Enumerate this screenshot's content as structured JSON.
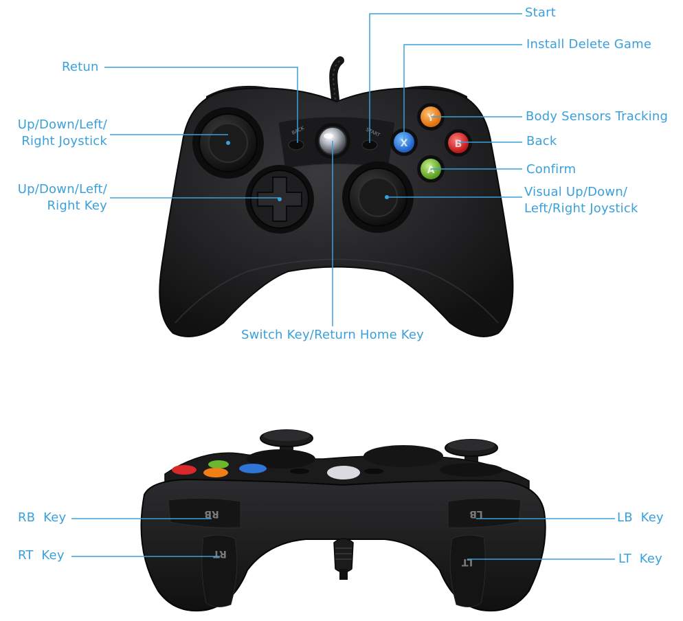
{
  "front_view": {
    "labels": {
      "start": "Start",
      "install_delete_game": "Install Delete Game",
      "retun": "Retun",
      "body_sensors_tracking": "Body Sensors Tracking",
      "back": "Back",
      "confirm": "Confirm",
      "left_joystick_line1": "Up/Down/Left/",
      "left_joystick_line2": "Right Joystick",
      "dpad_line1": "Up/Down/Left/",
      "dpad_line2": "Right Key",
      "visual_joystick_line1": "Visual Up/Down/",
      "visual_joystick_line2": "Left/Right Joystick",
      "switch_home": "Switch Key/Return Home Key"
    },
    "button_text": {
      "back": "BACK",
      "start": "START",
      "y": "Y",
      "x": "X",
      "b": "B",
      "a": "A"
    },
    "button_colors": {
      "y": "#f08a1c",
      "x": "#2f7fe0",
      "b": "#e02c2c",
      "a": "#7cc23a"
    }
  },
  "top_view": {
    "labels": {
      "rb_key": "RB  Key",
      "rt_key": "RT  Key",
      "lb_key": "LB  Key",
      "lt_key": "LT  Key"
    },
    "button_text": {
      "rb": "RB",
      "rt": "RT",
      "lb": "LB",
      "lt": "LT"
    }
  },
  "colors": {
    "accent": "#3aa0dc",
    "body": "#1e1e20"
  }
}
